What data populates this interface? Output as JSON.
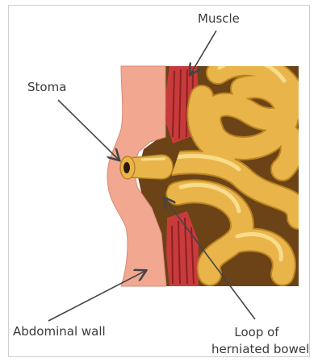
{
  "labels": {
    "muscle": "Muscle",
    "stoma": "Stoma",
    "abdominal_wall": "Abdominal wall",
    "loop_line1": "Loop of",
    "loop_line2": "herniated bowel"
  },
  "colors": {
    "skin": "#f2a791",
    "skin_edge": "#d98a78",
    "muscle": "#c83b3b",
    "muscle_stripe": "#8e1f22",
    "cavity": "#6b4316",
    "bowel": "#e9b54a",
    "bowel_edge": "#b98420",
    "bowel_highlight": "#f8dc8c",
    "arrow": "#444444",
    "text": "#3a3a3a"
  }
}
